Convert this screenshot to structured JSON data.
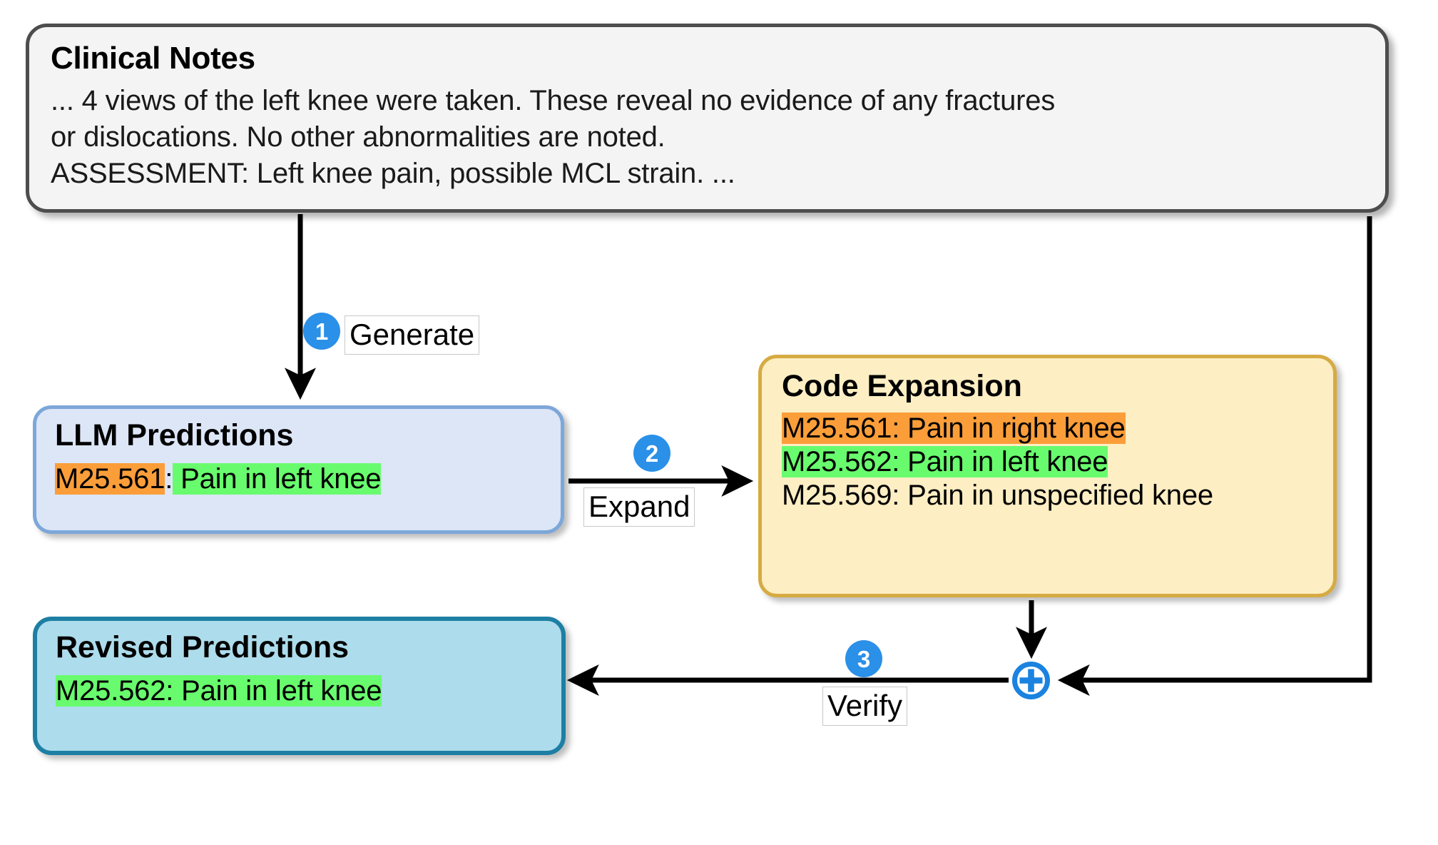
{
  "diagram": {
    "title": "LLM ICD code prediction with code expansion and verification",
    "colors": {
      "accent_blue": "#2a90e8",
      "highlight_orange": "#fb9e3a",
      "highlight_green": "#69fb6e",
      "clinical_notes_fill": "#f4f4f4",
      "clinical_notes_border": "#4d4d4d",
      "llm_fill": "#dce6f7",
      "llm_border": "#7da7d9",
      "revised_fill": "#addcec",
      "revised_border": "#1d7fa3",
      "code_expansion_fill": "#fdeec3",
      "code_expansion_border": "#d6ab42"
    }
  },
  "clinical_notes": {
    "title": "Clinical Notes",
    "lines": [
      "... 4 views of the left knee were taken. These reveal no evidence of any fractures",
      "or dislocations. No other abnormalities are noted.",
      "ASSESSMENT: Left knee pain, possible MCL strain. ..."
    ]
  },
  "llm_predictions": {
    "title": "LLM Predictions",
    "codes": [
      {
        "code": "M25.561",
        "code_highlight": "orange",
        "separator": ":",
        "description": " Pain in left knee",
        "description_highlight": "green"
      }
    ]
  },
  "code_expansion": {
    "title": "Code Expansion",
    "codes": [
      {
        "code": "M25.561",
        "separator": ":",
        "description": " Pain in right knee",
        "row_highlight": "orange"
      },
      {
        "code": "M25.562",
        "separator": ":",
        "description": " Pain in left knee",
        "row_highlight": "green"
      },
      {
        "code": "M25.569",
        "separator": ":",
        "description": " Pain in unspecified knee",
        "row_highlight": "none"
      }
    ]
  },
  "revised_predictions": {
    "title": "Revised Predictions",
    "codes": [
      {
        "code": "M25.562",
        "separator": ":",
        "description": " Pain in left knee",
        "row_highlight": "green"
      }
    ]
  },
  "steps": [
    {
      "number": "1",
      "label": "Generate"
    },
    {
      "number": "2",
      "label": "Expand"
    },
    {
      "number": "3",
      "label": "Verify"
    }
  ],
  "merge_node": {
    "icon": "plus-circle-icon"
  }
}
